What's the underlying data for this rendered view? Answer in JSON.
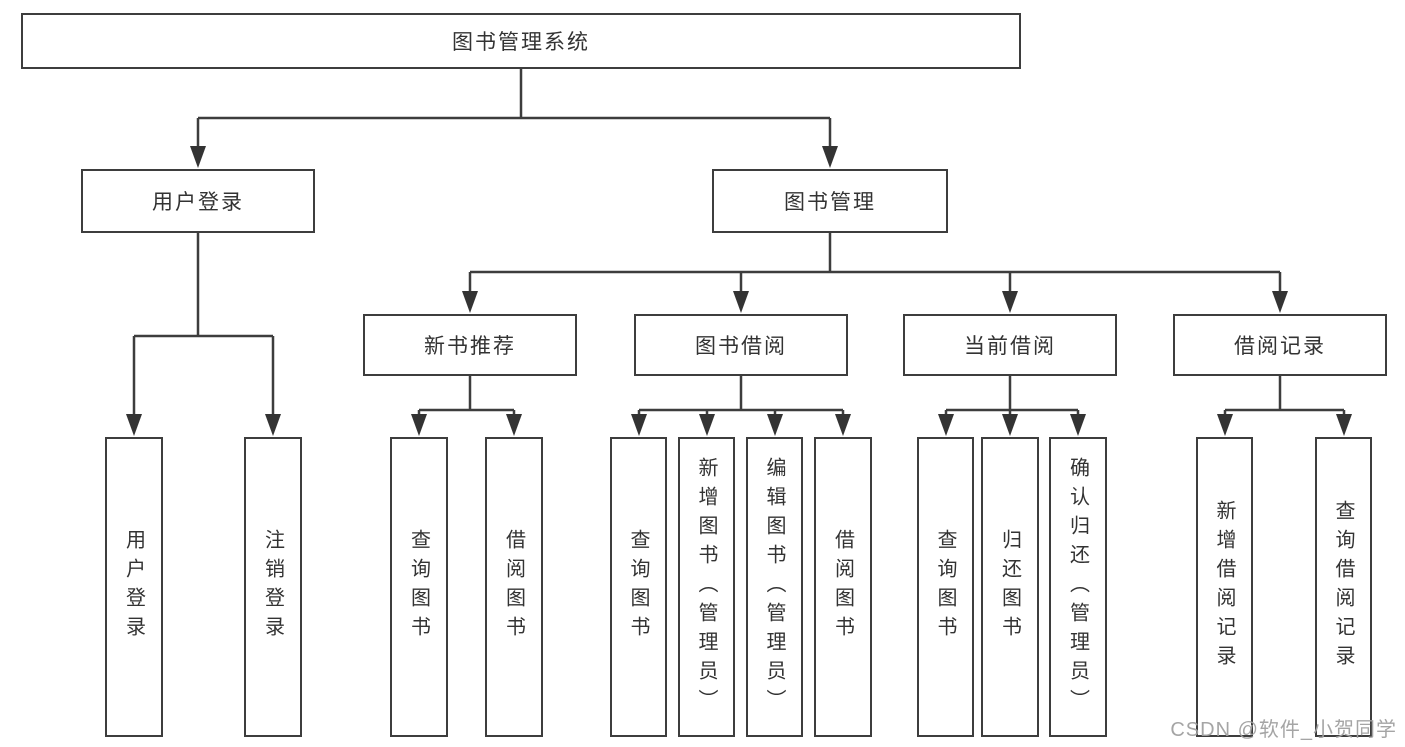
{
  "diagram_title": "图书管理系统",
  "tree": {
    "label": "图书管理系统",
    "children": [
      {
        "label": "用户登录",
        "children": [
          {
            "label": "用户登录"
          },
          {
            "label": "注销登录"
          }
        ]
      },
      {
        "label": "图书管理",
        "children": [
          {
            "label": "新书推荐",
            "children": [
              {
                "label": "查询图书"
              },
              {
                "label": "借阅图书"
              }
            ]
          },
          {
            "label": "图书借阅",
            "children": [
              {
                "label": "查询图书"
              },
              {
                "label": "新增图书（管理员）"
              },
              {
                "label": "编辑图书（管理员）"
              },
              {
                "label": "借阅图书"
              }
            ]
          },
          {
            "label": "当前借阅",
            "children": [
              {
                "label": "查询图书"
              },
              {
                "label": "归还图书"
              },
              {
                "label": "确认归还（管理员）"
              }
            ]
          },
          {
            "label": "借阅记录",
            "children": [
              {
                "label": "新增借阅记录"
              },
              {
                "label": "查询借阅记录"
              }
            ]
          }
        ]
      }
    ]
  },
  "watermark": {
    "text": "CSDN @软件_小贺同学"
  },
  "colors": {
    "line": "#3d3d3d",
    "arrow": "#333333",
    "text": "#333333",
    "box_background": "#ffffff",
    "watermark": "#a0a0a0"
  }
}
